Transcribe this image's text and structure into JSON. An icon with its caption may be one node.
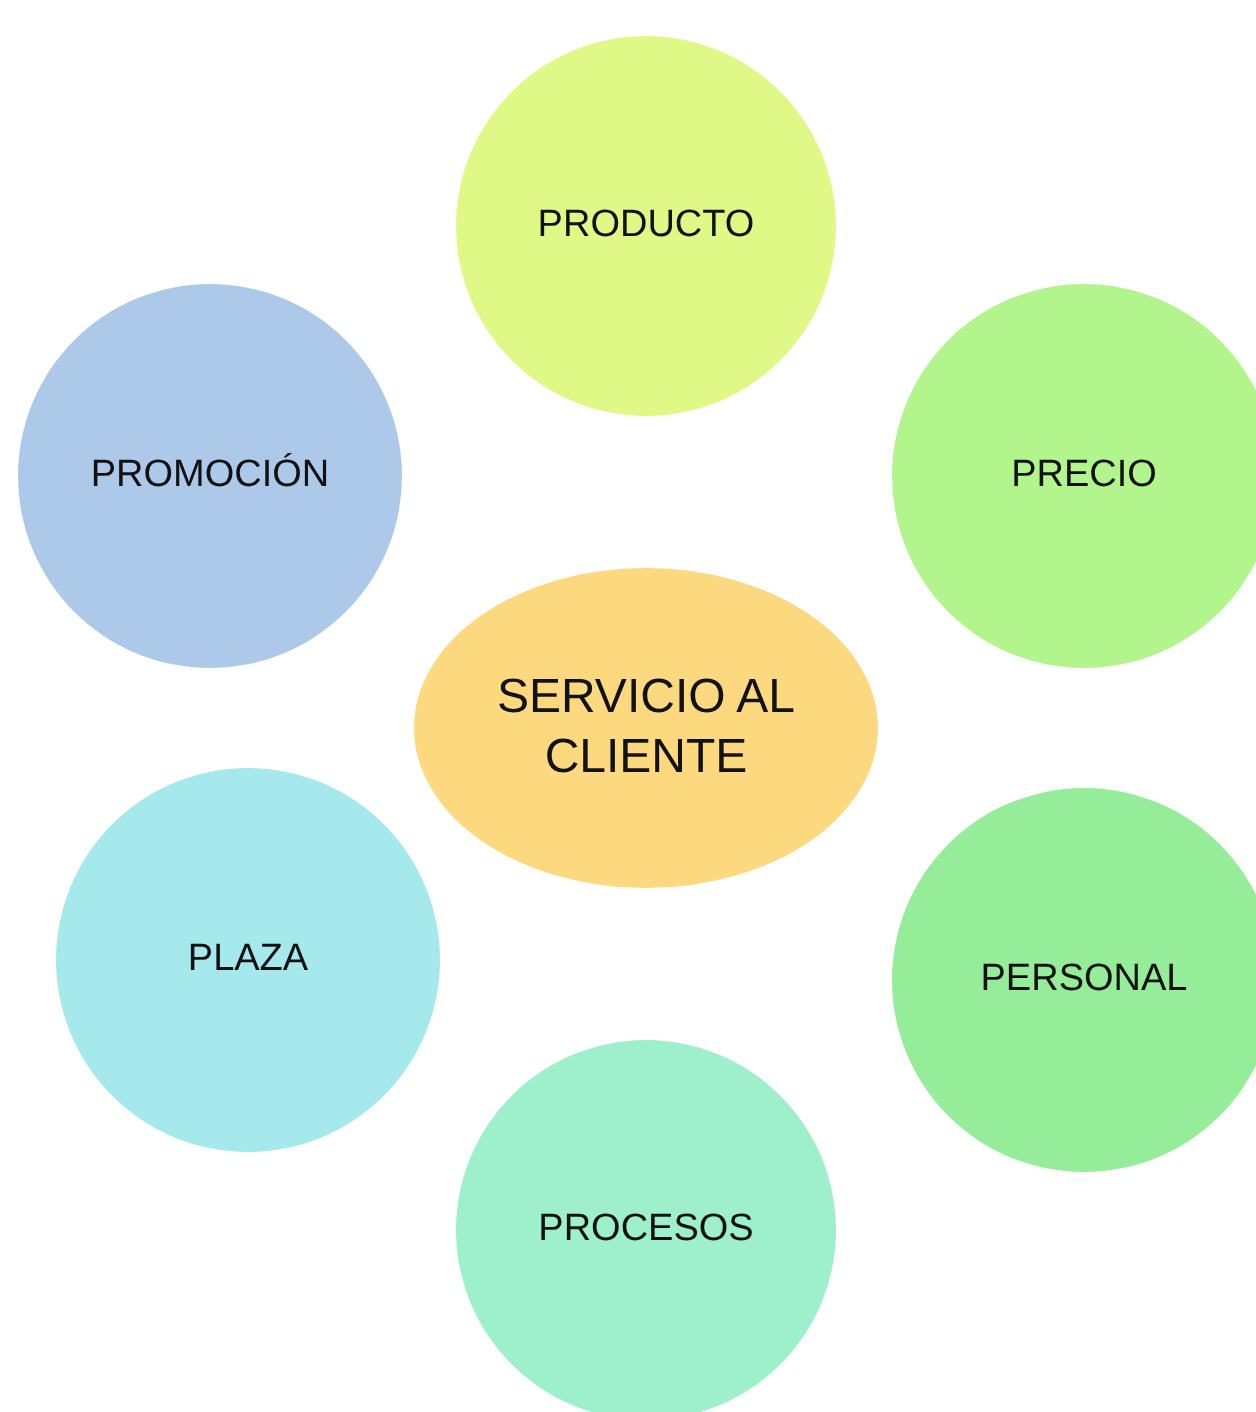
{
  "diagram": {
    "nodes": [
      {
        "text": [
          "PRODUCTO"
        ]
      },
      {
        "text": [
          "PROMOCIÓN"
        ]
      },
      {
        "text": [
          "PRECIO"
        ]
      },
      {
        "text": [
          "SERVICIO AL CLIENTE"
        ]
      },
      {
        "text": [
          "PLAZA"
        ]
      },
      {
        "text": [
          "PERSONAL"
        ]
      },
      {
        "text": [
          "PROCESOS"
        ]
      }
    ]
  }
}
